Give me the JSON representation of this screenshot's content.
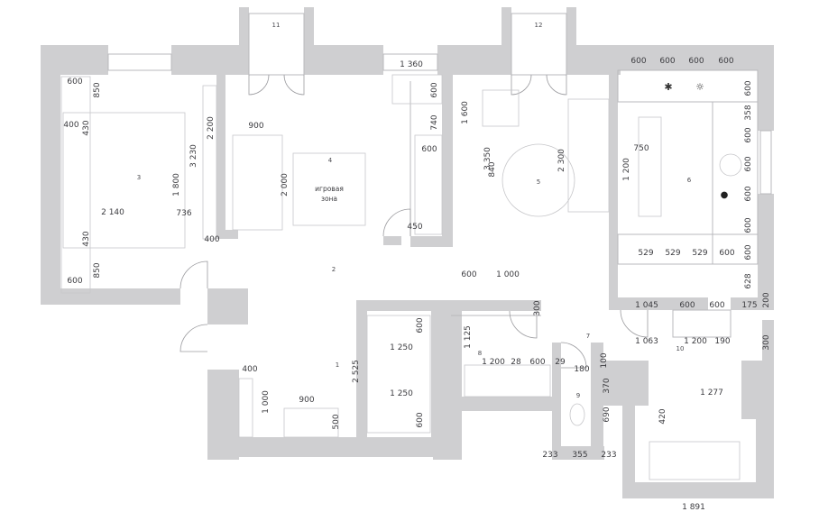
{
  "rooms": {
    "r1": "1",
    "r2": "2",
    "r3": "3",
    "r4": "4",
    "r5": "5",
    "r6": "6",
    "r7": "7",
    "r8": "8",
    "r9": "9",
    "r10": "10",
    "r11": "11",
    "r12": "12"
  },
  "labels": {
    "play_line1": "игровая",
    "play_line2": "зона"
  },
  "dims": {
    "d1360": "1 360",
    "d600_top1": "600",
    "d600_top2": "600",
    "d600_top3": "600",
    "d600_top4": "600",
    "d600_bl1": "600",
    "d850_a": "850",
    "d400_a": "400",
    "d430_a": "430",
    "d2200": "2 200",
    "d3230": "3 230",
    "d1800": "1 800",
    "d2140": "2 140",
    "d736": "736",
    "d430_b": "430",
    "d850_b": "850",
    "d600_bl2": "600",
    "d400_b": "400",
    "d900_a": "900",
    "d2000": "2 000",
    "d600_v1": "600",
    "d740": "740",
    "d600_box": "600",
    "d1600": "1 600",
    "d3350": "3 350",
    "d840": "840",
    "d2300": "2 300",
    "d450": "450",
    "d750": "750",
    "d1200_a": "1 200",
    "d358": "358",
    "d600_r1": "600",
    "d600_r2": "600",
    "d600_r3": "600",
    "d600_r4": "600",
    "d529_1": "529",
    "d529_2": "529",
    "d529_3": "529",
    "d600_k": "600",
    "d628": "628",
    "d200": "200",
    "d175": "175",
    "d1045": "1 045",
    "d600_s1": "600",
    "d600_s2": "600",
    "d600_c": "600",
    "d1000_a": "1 000",
    "d300_a": "300",
    "d600_w1": "600",
    "d1250_a": "1 250",
    "d1125": "1 125",
    "d1200_b": "1 200",
    "d28": "28",
    "d600_m": "600",
    "d29": "29",
    "d180": "180",
    "d1063": "1 063",
    "d1200_c": "1 200",
    "d190": "190",
    "d300_b": "300",
    "d100": "100",
    "d370": "370",
    "d400_c": "400",
    "d1000_b": "1 000",
    "d900_b": "900",
    "d2525": "2 525",
    "d1250_b": "1 250",
    "d600_w2": "600",
    "d500": "500",
    "d1277": "1 277",
    "d420": "420",
    "d690": "690",
    "d233_a": "233",
    "d355": "355",
    "d233_b": "233",
    "d1891": "1 891"
  },
  "icons": [
    "snowflake-icon",
    "sun-icon",
    "drop-icon"
  ]
}
